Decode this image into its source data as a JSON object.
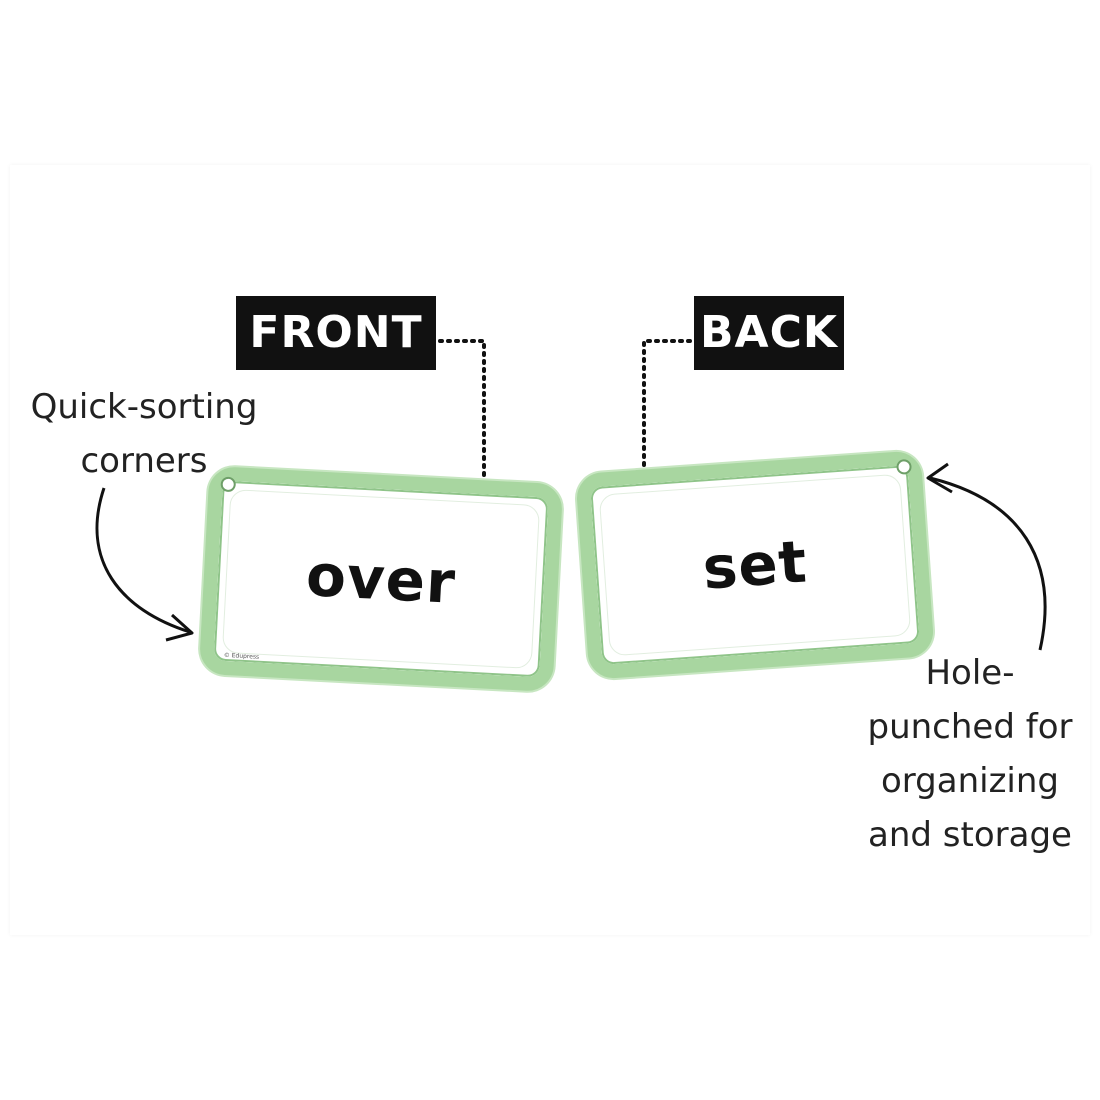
{
  "tags": {
    "front": "FRONT",
    "back": "BACK"
  },
  "cards": {
    "front_word": "over",
    "back_word": "set",
    "copyright": "© Edupress"
  },
  "callouts": {
    "left": [
      "Quick-sorting",
      "corners"
    ],
    "right": [
      "Hole-",
      "punched for",
      "organizing",
      "and storage"
    ]
  },
  "colors": {
    "card_border": "#a8d6a0",
    "tag_bg": "#111111",
    "text": "#222222"
  }
}
